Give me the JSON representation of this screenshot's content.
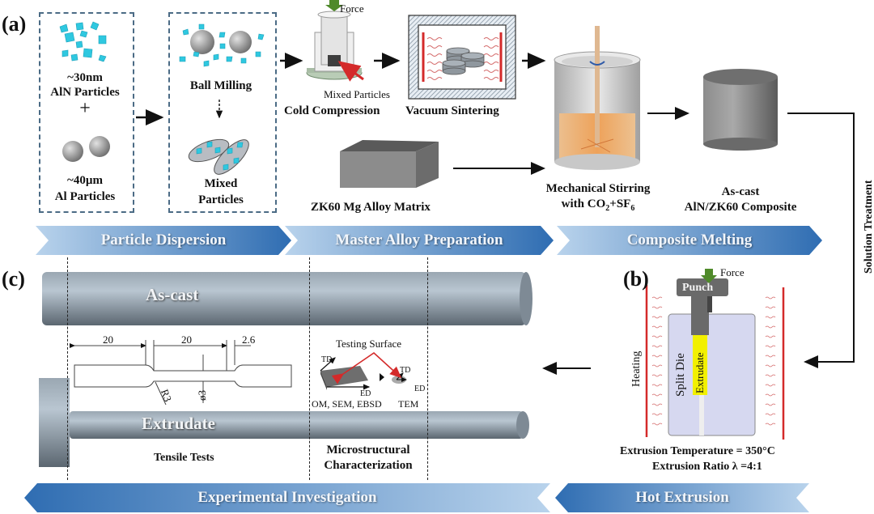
{
  "panels": {
    "a": "(a)",
    "b": "(b)",
    "c": "(c)"
  },
  "particle_box": {
    "aln_size": "~30nm",
    "aln_label": "AlN Particles",
    "plus": "+",
    "al_size": "~40µm",
    "al_label": "Al Particles"
  },
  "milling_box": {
    "ball_milling": "Ball Milling",
    "mixed_line1": "Mixed",
    "mixed_line2": "Particles"
  },
  "cold_compression": {
    "force": "Force",
    "mixed_particles": "Mixed Particles",
    "label": "Cold Compression"
  },
  "vacuum_sintering": {
    "label": "Vacuum Sintering"
  },
  "matrix": {
    "label": "ZK60 Mg Alloy Matrix"
  },
  "stirring": {
    "line1": "Mechanical Stirring",
    "line2_prefix": "with CO",
    "sub1": "2",
    "mid": "+SF",
    "sub2": "6"
  },
  "ascast_composite": {
    "line1": "As-cast",
    "line2": "AlN/ZK60 Composite"
  },
  "solution_treatment": "Solution Treatment",
  "stages_top": [
    "Particle Dispersion",
    "Master Alloy Preparation",
    "Composite Melting"
  ],
  "stages_bottom": [
    "Experimental Investigation",
    "Hot Extrusion"
  ],
  "extrusion": {
    "force": "Force",
    "punch": "Punch",
    "heating": "Heating",
    "split_die": "Split Die",
    "extrudate": "Extrudate",
    "temperature": "Extrusion Temperature = 350°C",
    "ratio": "Extrusion Ratio λ =4:1"
  },
  "rods": {
    "ascast": "As-cast",
    "extrudate": "Extrudate"
  },
  "specimen": {
    "dim1": "20",
    "dim2": "20",
    "dim3": "2.6",
    "radius": "R3",
    "diameter": "ø3"
  },
  "micro": {
    "testing_surface": "Testing Surface",
    "td": "TD",
    "ed": "ED",
    "methods1": "OM, SEM, EBSD",
    "methods2": "TEM"
  },
  "tests": {
    "tensile": "Tensile Tests",
    "micro_line1": "Microstructural",
    "micro_line2": "Characterization"
  },
  "colors": {
    "banner_dark": "#2f6db2",
    "banner_light": "#b9d3ec",
    "aln": "#2fc8e0",
    "heater": "#d42a2a",
    "force": "#4f8a2a"
  }
}
